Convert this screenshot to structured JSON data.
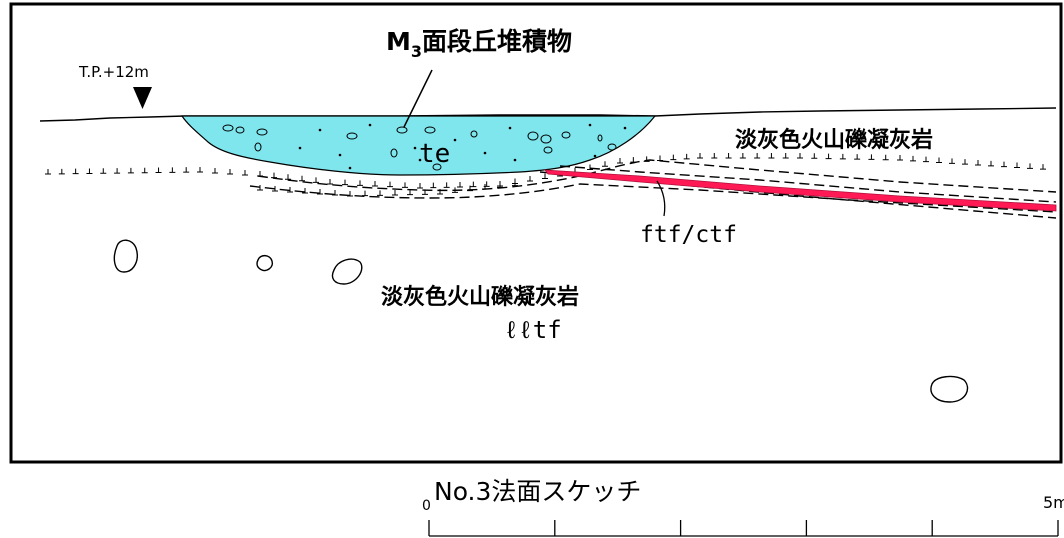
{
  "colors": {
    "terrace_deposit_fill": "#7fe6ee",
    "fault_band": "#ff1a55",
    "frame": "#000000",
    "background": "#ffffff"
  },
  "labels": {
    "elevation": "T.P.+12m",
    "terrace_title_main": "M",
    "terrace_title_sub": "3",
    "terrace_title_rest": "面段丘堆積物",
    "te": "te",
    "upper_tuff": "淡灰色火山礫凝灰岩",
    "ftf_ctf": "ftf/ctf",
    "lower_tuff": "淡灰色火山礫凝灰岩",
    "lower_tuff_code": "ℓℓtf"
  },
  "caption": "No.3法面スケッチ",
  "scale_bar": {
    "start_label": "0",
    "end_label": "5m",
    "length_m": 5,
    "divisions": 5
  },
  "icons": {
    "elevation_marker": "down-triangle-icon"
  }
}
